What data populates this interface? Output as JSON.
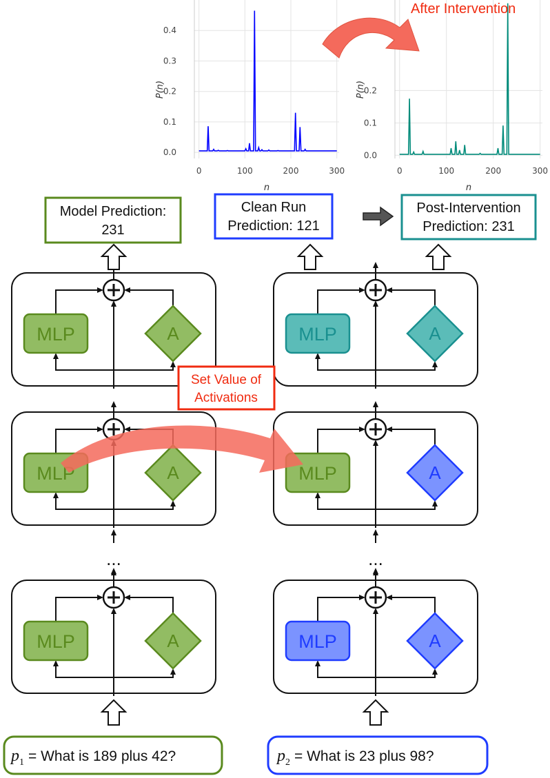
{
  "colors": {
    "green_fill": "#92bc63",
    "green_stroke": "#5a8a1e",
    "teal_fill": "#5bbcb8",
    "teal_stroke": "#1a9090",
    "blue_fill": "#7b93ff",
    "blue_stroke": "#1f3cff",
    "red_arrow": "#f46a5c",
    "red_text": "#f02b10",
    "chart_blue_line": "#0000ff",
    "chart_teal_line": "#008b7a"
  },
  "labels": {
    "after_intervention": "After Intervention",
    "model_prediction_line1": "Model Prediction:",
    "model_prediction_line2": "231",
    "clean_run_line1": "Clean Run",
    "clean_run_line2": "Prediction: 121",
    "post_intervention_line1": "Post-Intervention",
    "post_intervention_line2": "Prediction: 231",
    "set_value_line1": "Set Value of",
    "set_value_line2": "Activations",
    "mlp": "MLP",
    "attention": "A",
    "ellipsis": "...",
    "p1_symbol": "p",
    "p1_sub": "1",
    "p1_text": "= What is 189 plus 42?",
    "p2_symbol": "p",
    "p2_sub": "2",
    "p2_text": "= What is 23 plus 98?"
  },
  "chart_data": [
    {
      "type": "line",
      "title": "",
      "xlabel": "n",
      "ylabel": "P(n)",
      "xlim": [
        -10,
        305
      ],
      "ylim": [
        -0.02,
        0.5
      ],
      "xticks": [
        0,
        100,
        200,
        300
      ],
      "yticks": [
        0.0,
        0.1,
        0.2,
        0.3,
        0.4
      ],
      "grid": true,
      "series": [
        {
          "color": "#0000ff",
          "x": [
            0,
            18,
            20,
            22,
            30,
            32,
            34,
            40,
            42,
            44,
            60,
            62,
            64,
            100,
            102,
            104,
            108,
            110,
            112,
            119,
            121,
            123,
            128,
            130,
            132,
            135,
            137,
            139,
            150,
            152,
            154,
            170,
            172,
            174,
            208,
            210,
            212,
            218,
            220,
            222,
            229,
            231,
            233,
            300
          ],
          "y": [
            0.005,
            0.005,
            0.086,
            0.005,
            0.005,
            0.01,
            0.005,
            0.005,
            0.007,
            0.005,
            0.005,
            0.006,
            0.005,
            0.005,
            0.012,
            0.005,
            0.005,
            0.03,
            0.005,
            0.005,
            0.465,
            0.005,
            0.005,
            0.016,
            0.005,
            0.005,
            0.009,
            0.005,
            0.005,
            0.008,
            0.005,
            0.005,
            0.006,
            0.005,
            0.005,
            0.13,
            0.005,
            0.005,
            0.083,
            0.005,
            0.005,
            0.01,
            0.005,
            0.005
          ]
        }
      ]
    },
    {
      "type": "line",
      "title": "After Intervention",
      "xlabel": "n",
      "ylabel": "P(n)",
      "xlim": [
        -10,
        305
      ],
      "ylim": [
        -0.01,
        0.48
      ],
      "xticks": [
        0,
        100,
        200,
        300
      ],
      "yticks": [
        0.0,
        0.1,
        0.2
      ],
      "grid": true,
      "series": [
        {
          "color": "#008b7a",
          "x": [
            0,
            19,
            21,
            23,
            28,
            30,
            32,
            48,
            50,
            52,
            108,
            110,
            112,
            118,
            120,
            122,
            126,
            128,
            130,
            137,
            139,
            141,
            170,
            172,
            174,
            208,
            210,
            212,
            219,
            221,
            223,
            229,
            231,
            233,
            300
          ],
          "y": [
            0.003,
            0.003,
            0.175,
            0.003,
            0.003,
            0.01,
            0.003,
            0.003,
            0.012,
            0.003,
            0.003,
            0.022,
            0.003,
            0.003,
            0.043,
            0.003,
            0.003,
            0.016,
            0.003,
            0.003,
            0.032,
            0.003,
            0.003,
            0.006,
            0.003,
            0.003,
            0.022,
            0.003,
            0.003,
            0.092,
            0.003,
            0.003,
            0.47,
            0.003,
            0.003
          ]
        }
      ]
    }
  ]
}
